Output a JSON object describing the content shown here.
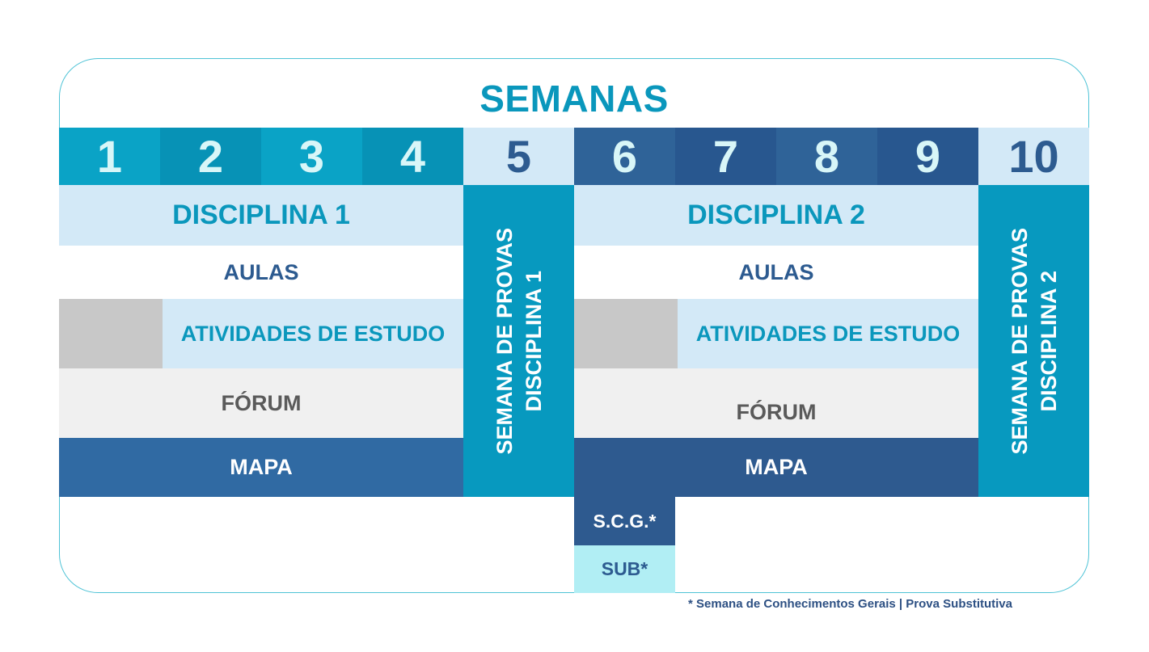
{
  "title": "SEMANAS",
  "weeks": [
    "1",
    "2",
    "3",
    "4",
    "5",
    "6",
    "7",
    "8",
    "9",
    "10"
  ],
  "disciplina1": {
    "header": "DISCIPLINA 1",
    "aulas": "AULAS",
    "atividades": "ATIVIDADES DE ESTUDO",
    "forum": "FÓRUM",
    "mapa": "MAPA"
  },
  "disciplina2": {
    "header": "DISCIPLINA 2",
    "aulas": "AULAS",
    "atividades": "ATIVIDADES DE ESTUDO",
    "forum": "FÓRUM",
    "mapa": "MAPA"
  },
  "provas1": {
    "line1": "SEMANA DE PROVAS",
    "line2": "DISCIPLINA 1"
  },
  "provas2": {
    "line1": "SEMANA DE PROVAS",
    "line2": "DISCIPLINA 2"
  },
  "scg": "S.C.G.*",
  "sub": "SUB*",
  "footnote": "* Semana de Conhecimentos Gerais | Prova Substitutiva",
  "colors": {
    "title": "#0a97bc",
    "disc1_week_a": "#0aa3c6",
    "disc1_week_b": "#0792b6",
    "provas_block": "#0799bf",
    "disc2_week_a": "#2f6398",
    "disc2_week_b": "#28578f",
    "light_block": "#d3e9f7",
    "mapa1": "#306aa3",
    "mapa2": "#2e5a8f",
    "forum_bg": "#f0f0f0",
    "gray_block": "#c8c8c8",
    "sub_bg": "#b1eef4"
  }
}
